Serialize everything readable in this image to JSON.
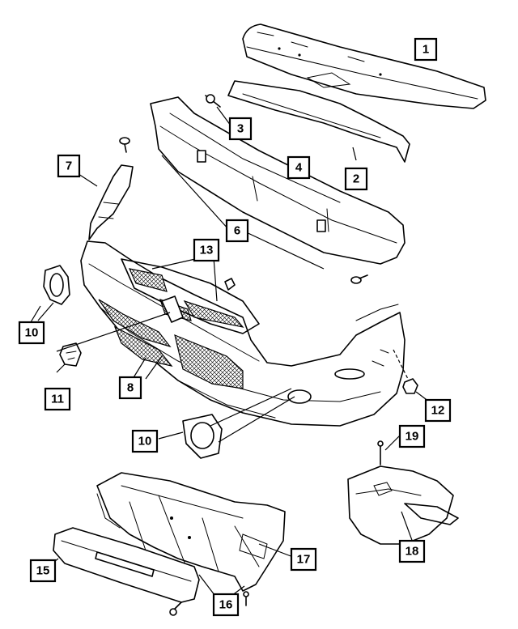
{
  "callouts": [
    {
      "label": "1"
    },
    {
      "label": "2"
    },
    {
      "label": "3"
    },
    {
      "label": "4"
    },
    {
      "label": "6"
    },
    {
      "label": "7"
    },
    {
      "label": "13"
    },
    {
      "label": "10"
    },
    {
      "label": "11"
    },
    {
      "label": "8"
    },
    {
      "label": "12"
    },
    {
      "label": "10"
    },
    {
      "label": "19"
    },
    {
      "label": "17"
    },
    {
      "label": "15"
    },
    {
      "label": "18"
    },
    {
      "label": "16"
    }
  ]
}
